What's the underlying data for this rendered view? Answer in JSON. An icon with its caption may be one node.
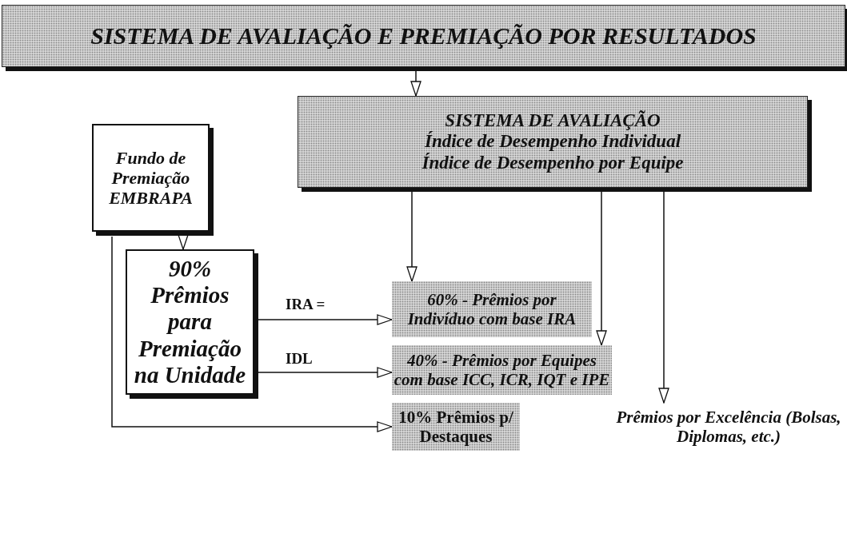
{
  "diagram": {
    "nodes": [
      {
        "text": [
          "SISTEMA DE AVALIAÇÃO E PREMIAÇÃO POR RESULTADOS"
        ]
      },
      {
        "text": [
          "Fundo de Premiação EMBRAPA"
        ]
      },
      {
        "text": [
          "SISTEMA DE AVALIAÇÃO",
          "Índice de Desempenho Individual",
          "Índice de Desempenho por Equipe"
        ]
      },
      {
        "text": [
          "90% Prêmios para Premiação na Unidade"
        ]
      },
      {
        "text": [
          "60% - Prêmios por Indivíduo com base IRA"
        ]
      },
      {
        "text": [
          "40% - Prêmios por Equipes com base ICC, ICR, IQT e IPE"
        ]
      },
      {
        "text": [
          "10% Prêmios p/ Destaques"
        ]
      },
      {
        "text": [
          "Prêmios por Excelência (Bolsas, Diplomas, etc.)"
        ]
      }
    ],
    "edges": [
      {
        "from": 0,
        "to": 2,
        "arrow": "to"
      },
      {
        "from": 1,
        "to": 3,
        "arrow": "to"
      },
      {
        "from": 2,
        "to": 4,
        "arrow": "to"
      },
      {
        "from": 3,
        "to": 4,
        "arrow": "to",
        "label": "IRA ="
      },
      {
        "from": 3,
        "to": 5,
        "arrow": "to",
        "label": "IDL"
      },
      {
        "from": 2,
        "to": 5,
        "arrow": "to"
      },
      {
        "from": 2,
        "to": 7,
        "arrow": "to"
      },
      {
        "from": 1,
        "to": 6,
        "arrow": "to"
      }
    ]
  }
}
